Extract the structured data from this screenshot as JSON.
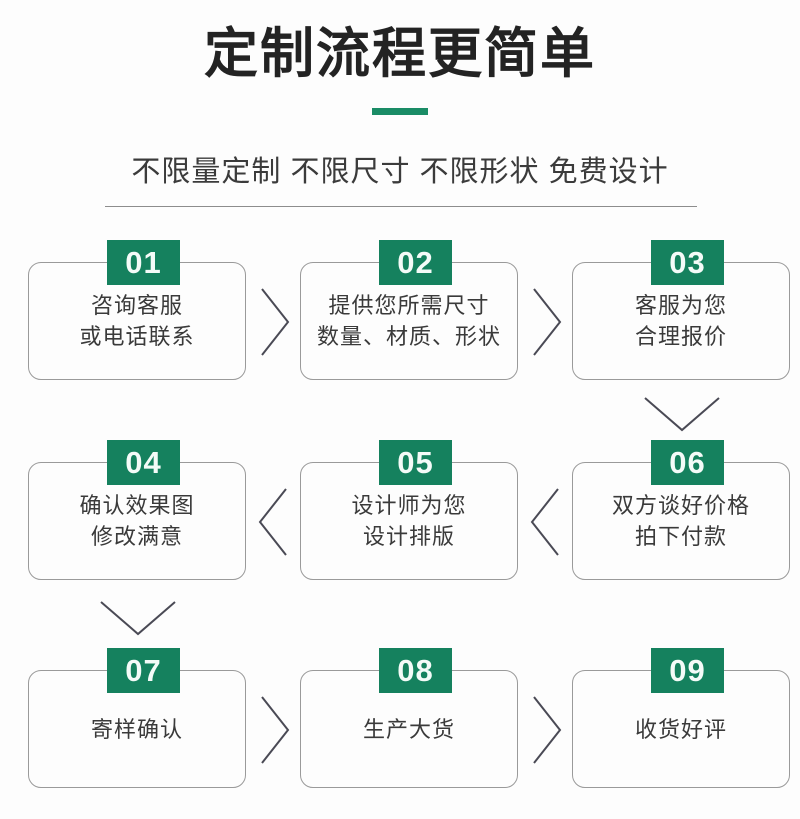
{
  "header": {
    "title": "定制流程更简单",
    "subtitle": "不限量定制 不限尺寸 不限形状 免费设计",
    "accent_color": "#1a8c66",
    "divider_color": "#8d8d8d"
  },
  "theme": {
    "badge_background": "#15815e",
    "badge_text_color": "#f4fbf8",
    "box_border_color": "#9a9a9a",
    "text_color": "#3a3a3a",
    "page_background": "#fdfdfd"
  },
  "flow": {
    "steps": [
      {
        "number": "01",
        "lines": [
          "咨询客服",
          "或电话联系"
        ]
      },
      {
        "number": "02",
        "lines": [
          "提供您所需尺寸",
          "数量、材质、形状"
        ]
      },
      {
        "number": "03",
        "lines": [
          "客服为您",
          "合理报价"
        ]
      },
      {
        "number": "04",
        "lines": [
          "确认效果图",
          "修改满意"
        ]
      },
      {
        "number": "05",
        "lines": [
          "设计师为您",
          "设计排版"
        ]
      },
      {
        "number": "06",
        "lines": [
          "双方谈好价格",
          "拍下付款"
        ]
      },
      {
        "number": "07",
        "lines": [
          "寄样确认"
        ]
      },
      {
        "number": "08",
        "lines": [
          "生产大货"
        ]
      },
      {
        "number": "09",
        "lines": [
          "收货好评"
        ]
      }
    ],
    "connectors": [
      {
        "id": "chev-01-02",
        "direction": "right",
        "from": "01",
        "to": "02"
      },
      {
        "id": "chev-02-03",
        "direction": "right",
        "from": "02",
        "to": "03"
      },
      {
        "id": "chev-03-06",
        "direction": "down",
        "from": "03",
        "to": "06"
      },
      {
        "id": "chev-06-05",
        "direction": "left",
        "from": "06",
        "to": "05"
      },
      {
        "id": "chev-05-04",
        "direction": "left",
        "from": "05",
        "to": "04"
      },
      {
        "id": "chev-04-07",
        "direction": "down",
        "from": "04",
        "to": "07"
      },
      {
        "id": "chev-07-08",
        "direction": "right",
        "from": "07",
        "to": "08"
      },
      {
        "id": "chev-08-09",
        "direction": "right",
        "from": "08",
        "to": "09"
      }
    ]
  }
}
